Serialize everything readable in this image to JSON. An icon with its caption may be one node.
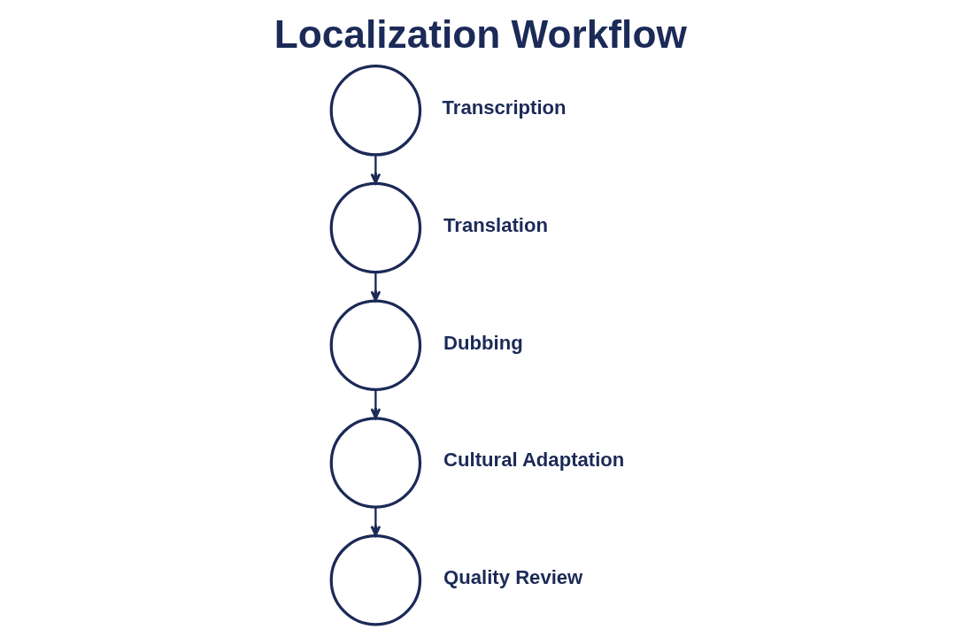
{
  "diagram": {
    "title": "Localization Workflow",
    "nodes": [
      {
        "text": [],
        "shape": "circle",
        "beside": [
          "Transcription"
        ]
      },
      {
        "text": [],
        "shape": "circle",
        "beside": [
          "Translation"
        ]
      },
      {
        "text": [],
        "shape": "circle",
        "beside": [
          "Dubbing"
        ]
      },
      {
        "text": [],
        "shape": "circle",
        "beside": [
          "Cultural Adaptation"
        ]
      },
      {
        "text": [],
        "shape": "circle",
        "beside": [
          "Quality Review"
        ]
      }
    ],
    "edges": [
      {
        "from": 0,
        "to": 1,
        "arrow": "to"
      },
      {
        "from": 1,
        "to": 2,
        "arrow": "to"
      },
      {
        "from": 2,
        "to": 3,
        "arrow": "to"
      },
      {
        "from": 3,
        "to": 4,
        "arrow": "to"
      }
    ]
  }
}
